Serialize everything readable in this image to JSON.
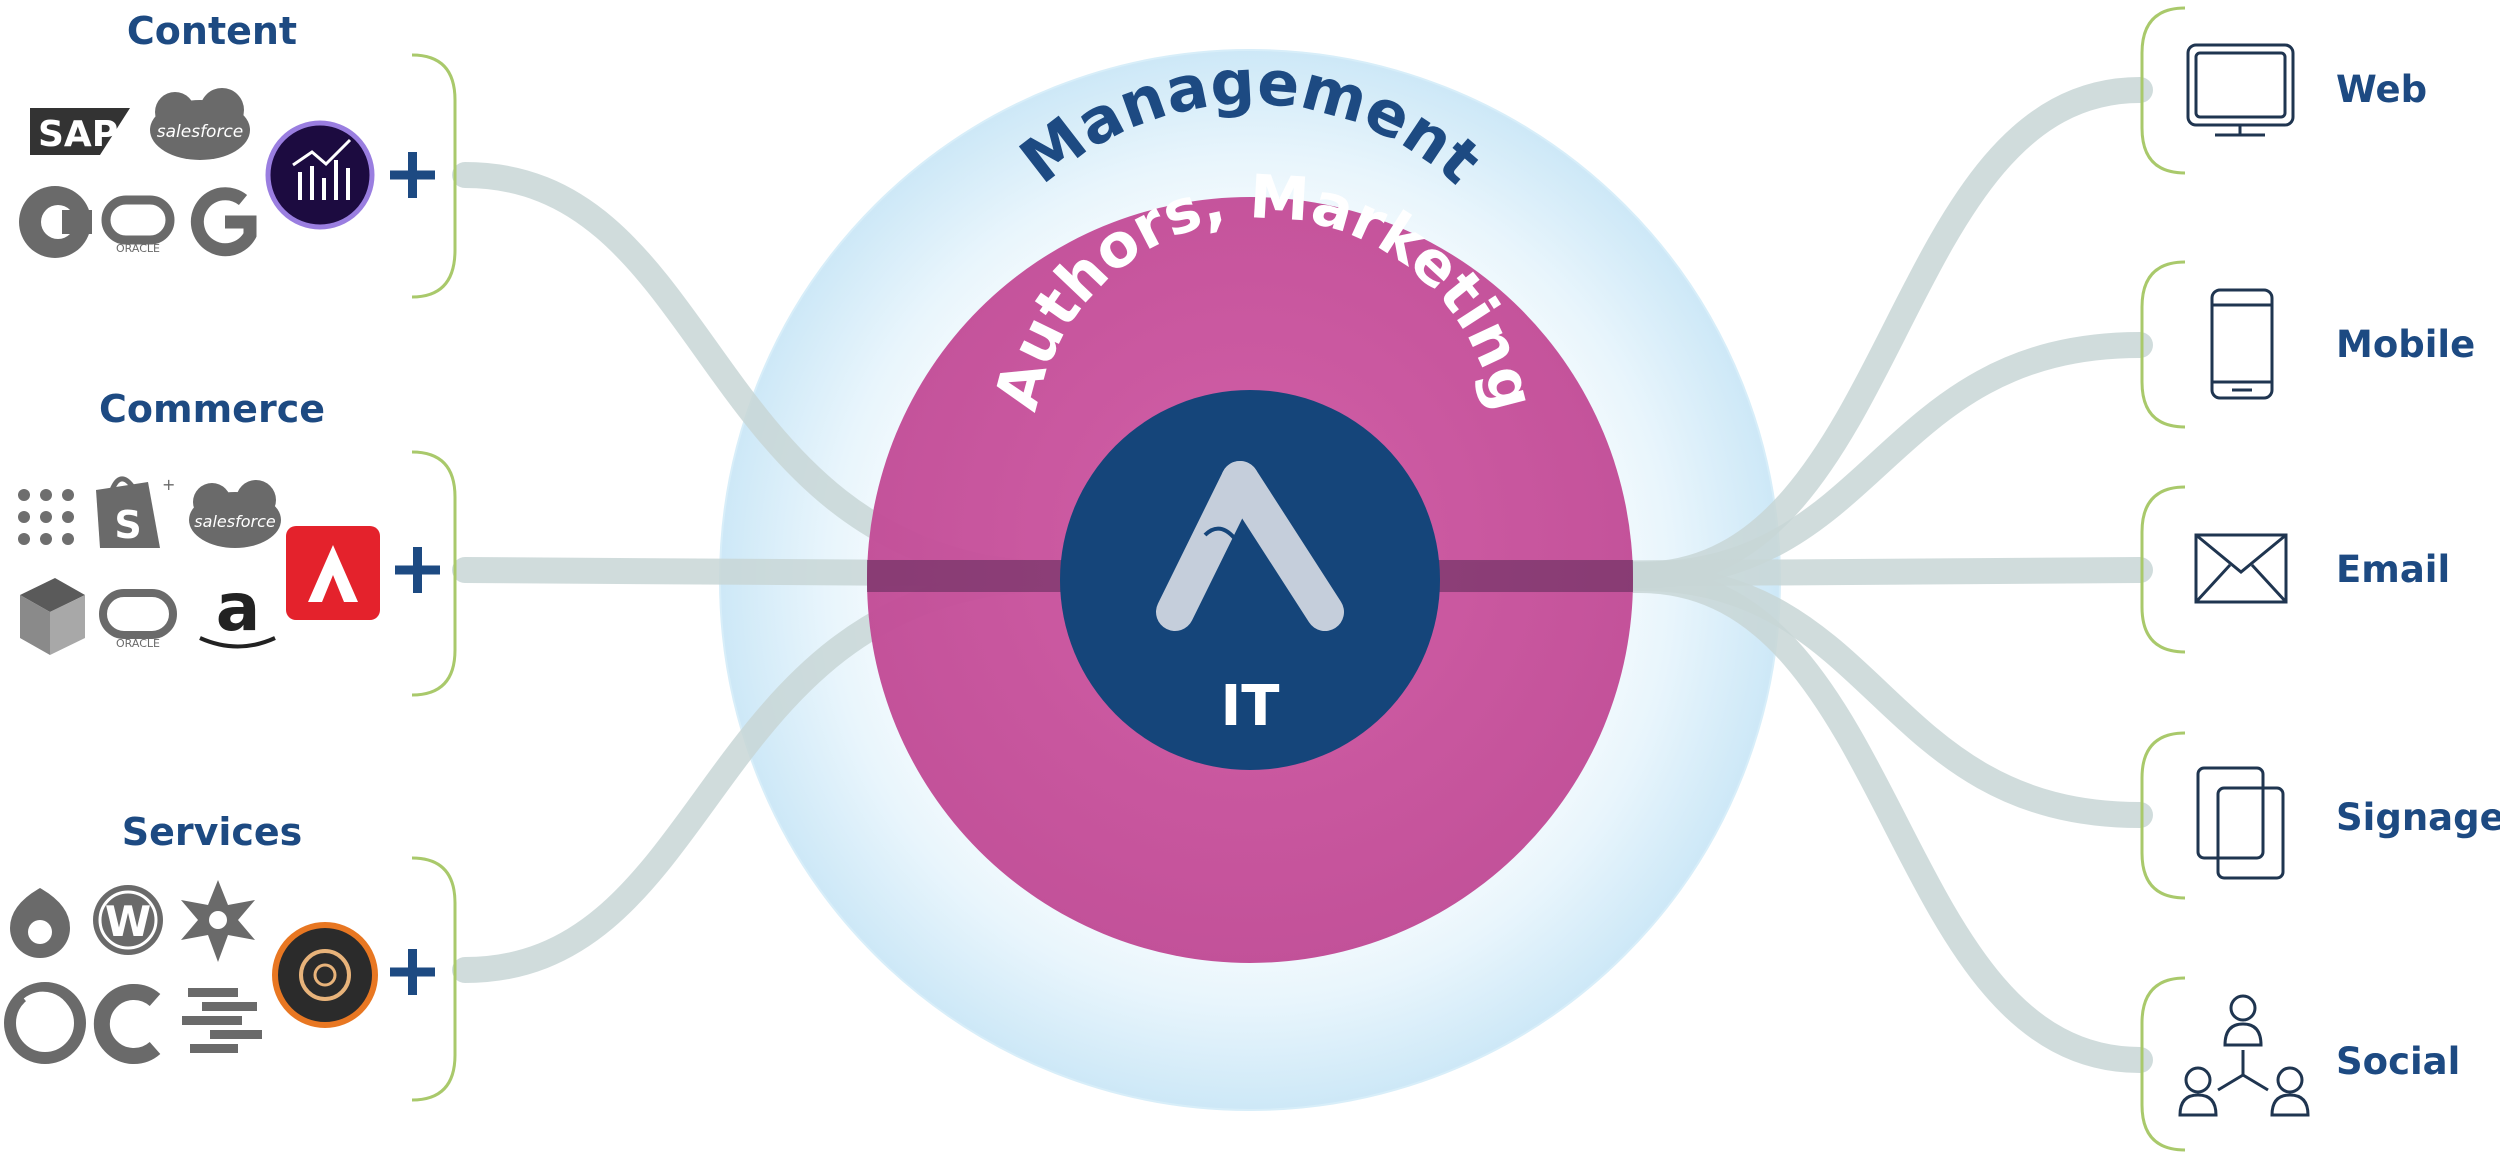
{
  "groups": {
    "content": {
      "title": "Content",
      "logos": {
        "sap": "SAP",
        "salesforce": "salesforce",
        "oracle": "ORACLE"
      }
    },
    "commerce": {
      "title": "Commerce",
      "logos": {
        "salesforce": "salesforce",
        "oracle": "ORACLE",
        "amazon": "a"
      }
    },
    "services": {
      "title": "Services"
    }
  },
  "rings": {
    "outer": "Management",
    "middle": "Authors, Marketing",
    "inner": "IT"
  },
  "outputs": {
    "web": "Web",
    "mobile": "Mobile",
    "email": "Email",
    "signage": "Signage",
    "social": "Social"
  },
  "colors": {
    "navy": "#1d4a82",
    "magenta": "#c8519b",
    "core": "#15457a",
    "halo": "#d4ecf8",
    "stream": "#c8d6d6",
    "bracket": "#a9c96b",
    "adobe_red": "#e4222c"
  }
}
